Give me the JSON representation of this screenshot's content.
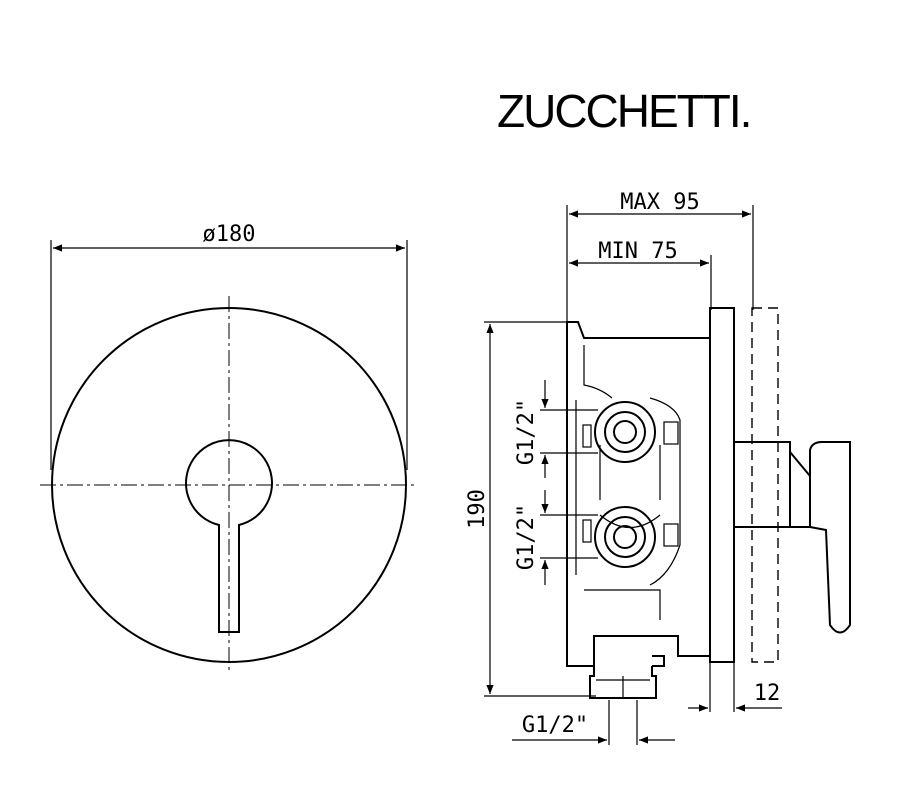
{
  "brand": "ZUCCHETTI.",
  "front_view": {
    "diameter_label": "ø180"
  },
  "side_view": {
    "max_depth_label": "MAX 95",
    "min_depth_label": "MIN 75",
    "height_label": "190",
    "top_inlet_label": "G1/2\"",
    "bottom_inlet_label": "G1/2\"",
    "outlet_label": "G1/2\"",
    "plate_thickness_label": "12"
  }
}
